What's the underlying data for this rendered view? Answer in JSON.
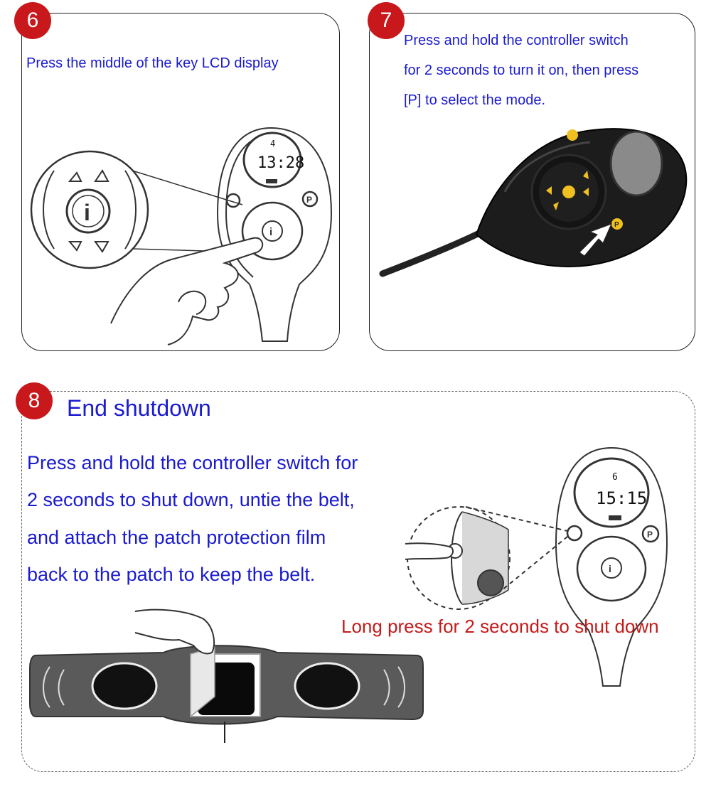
{
  "step6": {
    "number": "6",
    "text": "Press the middle of the key LCD display",
    "lcd_top": "4",
    "lcd_time": "13:28"
  },
  "step7": {
    "number": "7",
    "lines": [
      "Press and hold the controller switch",
      "for 2 seconds to turn it on, then press",
      "[P] to select the mode."
    ]
  },
  "step8": {
    "number": "8",
    "title": "End shutdown",
    "lines": [
      "Press and hold the controller switch for",
      "2 seconds to shut down, untie the belt,",
      "and attach the patch protection film",
      "back to the patch to keep the belt."
    ],
    "callout": "Long press for 2 seconds to shut down",
    "lcd_top": "6",
    "lcd_time": "15:15"
  },
  "icons": {
    "info_key": "info-icon",
    "p_key": "P",
    "arrow": "arrow-icon"
  },
  "colors": {
    "badge": "#c8181c",
    "text_blue": "#1a1ad0",
    "callout_red": "#c41a1a",
    "device_dark": "#1c1c1c",
    "button_yellow": "#f0c020"
  }
}
